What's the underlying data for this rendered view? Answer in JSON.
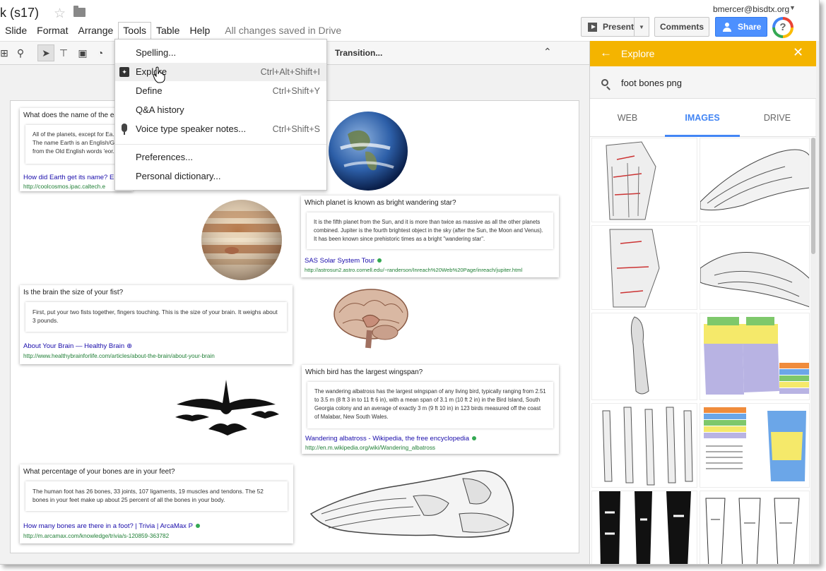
{
  "header": {
    "doc_title": "k (s17)",
    "save_status": "All changes saved in Drive",
    "account_email": "bmercer@bisdtx.org",
    "present_label": "Present",
    "comments_label": "Comments",
    "share_label": "Share",
    "help_glyph": "?",
    "menus": [
      "Slide",
      "Format",
      "Arrange",
      "Tools",
      "Table",
      "Help"
    ],
    "active_menu": "Tools"
  },
  "toolbar": {
    "transition_label": "Transition..."
  },
  "tools_menu": {
    "items": [
      {
        "label": "Spelling...",
        "shortcut": ""
      },
      {
        "label": "Explore",
        "shortcut": "Ctrl+Alt+Shift+I"
      },
      {
        "label": "Define",
        "shortcut": "Ctrl+Shift+Y"
      },
      {
        "label": "Q&A history",
        "shortcut": ""
      },
      {
        "label": "Voice type speaker notes...",
        "shortcut": "Ctrl+Shift+S"
      },
      {
        "label": "Preferences...",
        "shortcut": ""
      },
      {
        "label": "Personal dictionary...",
        "shortcut": ""
      }
    ],
    "hovered_item": "Explore"
  },
  "slide": {
    "cards": [
      {
        "question": "What does the name of the ea",
        "answer": "All of the planets, except for Ea... The name Earth is an English/G... from the Old English words 'eor...",
        "link": "How did Earth get its name? E",
        "url": "http://coolcosmos.ipac.caltech.e"
      },
      {
        "question": "Which planet is known as bright wandering star?",
        "answer": "It is the fifth planet from the Sun, and it is more than twice as massive as all the other planets combined. Jupiter is the fourth brightest object in the sky (after the Sun, the Moon and Venus). It has been known since prehistoric times as a bright \"wandering star\".",
        "link": "SAS Solar System Tour",
        "url": "http://astrosun2.astro.cornell.edu/~randerson/Inreach%20Web%20Page/inreach/jupiter.html"
      },
      {
        "question": "Is the brain the size of your fist?",
        "answer": "First, put your two fists together, fingers touching. This is the size of your brain. It weighs about 3 pounds.",
        "link": "About Your Brain — Healthy Brain",
        "url": "http://www.healthybrainforlife.com/articles/about-the-brain/about-your-brain"
      },
      {
        "question": "Which bird has the largest wingspan?",
        "answer": "The wandering albatross has the largest wingspan of any living bird, typically ranging from 2.51 to 3.5 m (8 ft 3 in to 11 ft 6 in), with a mean span of 3.1 m (10 ft 2 in) in the Bird Island, South Georgia colony and an average of exactly 3 m (9 ft 10 in) in 123 birds measured off the coast of Malabar, New South Wales.",
        "link": "Wandering albatross - Wikipedia, the free encyclopedia",
        "url": "http://en.m.wikipedia.org/wiki/Wandering_albatross"
      },
      {
        "question": "What percentage of your bones are in your feet?",
        "answer": "The human foot has 26 bones, 33 joints, 107 ligaments, 19 muscles and tendons. The 52 bones in your feet make up about 25 percent of all the bones in your body.",
        "link": "How many bones are there in a foot? | Trivia | ArcaMax P",
        "url": "http://m.arcamax.com/knowledge/trivia/s-120859-363782"
      }
    ]
  },
  "explore": {
    "title": "Explore",
    "query": "foot bones png",
    "tabs": [
      "WEB",
      "IMAGES",
      "DRIVE"
    ],
    "active_tab": "IMAGES"
  },
  "colors": {
    "explore_header": "#f4b400",
    "share_button": "#4d90fe",
    "link": "#1a0dab",
    "url": "#1e7e34",
    "active_tab": "#4285f4"
  }
}
